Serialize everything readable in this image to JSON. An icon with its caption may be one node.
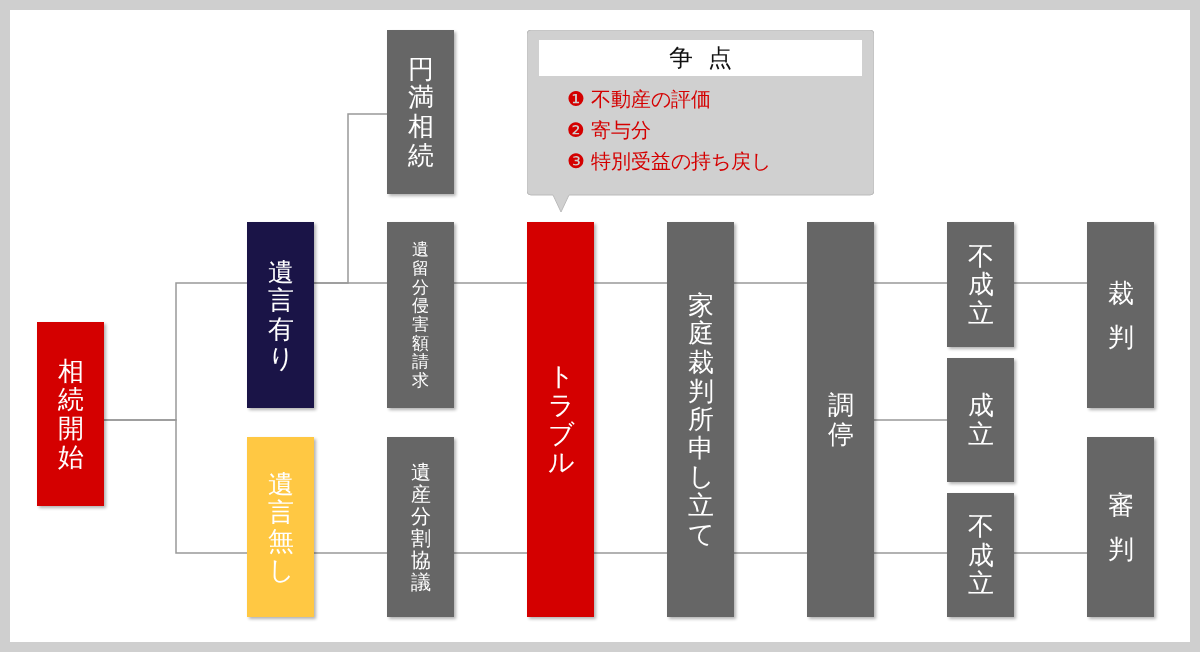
{
  "diagram": {
    "nodes": [
      {
        "text": [
          "相続開始"
        ]
      },
      {
        "text": [
          "遺言有り"
        ]
      },
      {
        "text": [
          "遺言無し"
        ]
      },
      {
        "text": [
          "円満相続"
        ]
      },
      {
        "text": [
          "遺留分侵害額請求"
        ]
      },
      {
        "text": [
          "遺産分割協議"
        ]
      },
      {
        "text": [
          "争点",
          "❶ 不動産の評価",
          "❷ 寄与分",
          "❸ 特別受益の持ち戻し"
        ]
      },
      {
        "text": [
          "トラブル"
        ]
      },
      {
        "text": [
          "家庭裁判所申し立て"
        ]
      },
      {
        "text": [
          "調停"
        ]
      },
      {
        "text": [
          "不成立"
        ]
      },
      {
        "text": [
          "成立"
        ]
      },
      {
        "text": [
          "不成立"
        ]
      },
      {
        "text": [
          "裁判"
        ]
      },
      {
        "text": [
          "審判"
        ]
      }
    ],
    "edges": [
      {
        "from": 0,
        "to": 1,
        "arrow": "none"
      },
      {
        "from": 0,
        "to": 2,
        "arrow": "none"
      },
      {
        "from": 1,
        "to": 3,
        "arrow": "none"
      },
      {
        "from": 1,
        "to": 4,
        "arrow": "none"
      },
      {
        "from": 2,
        "to": 5,
        "arrow": "none"
      },
      {
        "from": 4,
        "to": 7,
        "arrow": "none"
      },
      {
        "from": 5,
        "to": 7,
        "arrow": "none"
      },
      {
        "from": 7,
        "to": 8,
        "arrow": "none"
      },
      {
        "from": 7,
        "to": 8,
        "arrow": "none"
      },
      {
        "from": 8,
        "to": 9,
        "arrow": "none"
      },
      {
        "from": 8,
        "to": 9,
        "arrow": "none"
      },
      {
        "from": 9,
        "to": 10,
        "arrow": "none"
      },
      {
        "from": 9,
        "to": 11,
        "arrow": "none"
      },
      {
        "from": 9,
        "to": 12,
        "arrow": "none"
      },
      {
        "from": 10,
        "to": 13,
        "arrow": "none"
      },
      {
        "from": 12,
        "to": 14,
        "arrow": "none"
      }
    ]
  }
}
